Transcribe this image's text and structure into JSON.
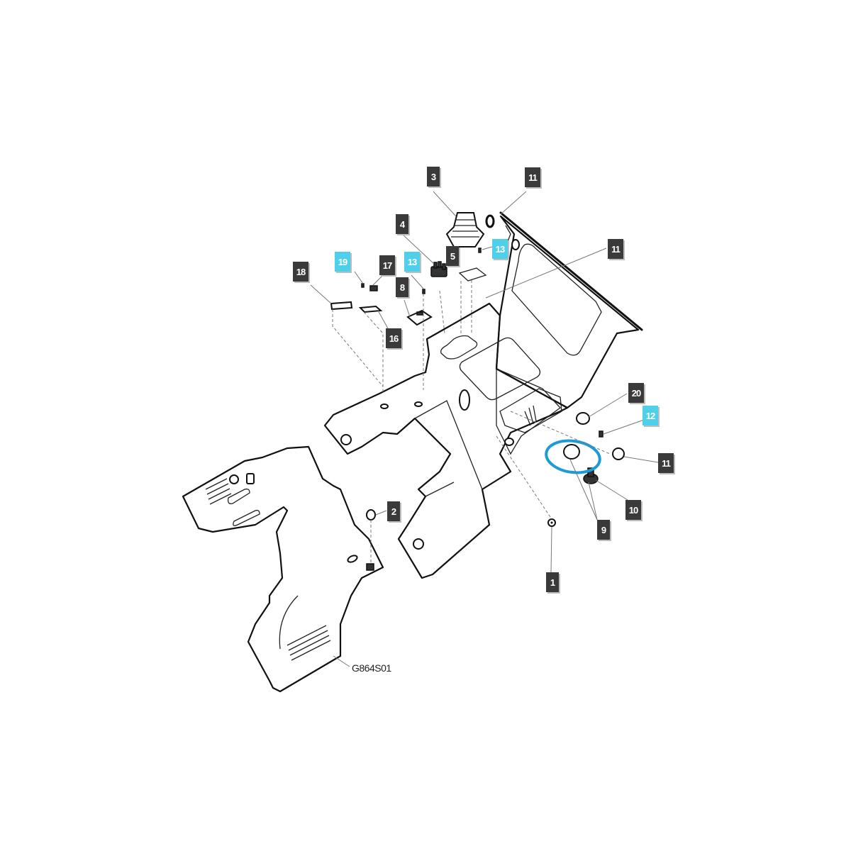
{
  "diagram": {
    "drawing_code": "G864S01",
    "highlight": {
      "part": "9",
      "color": "#1e9ad6",
      "shape": "ellipse"
    },
    "callout_colors": {
      "standard": "#3a3a3a",
      "highlighted": "#4fd0ea",
      "text": "#ffffff"
    },
    "callouts": [
      {
        "id": "c3",
        "number": "3",
        "style": "standard"
      },
      {
        "id": "c11a",
        "number": "11",
        "style": "standard"
      },
      {
        "id": "c4",
        "number": "4",
        "style": "standard"
      },
      {
        "id": "c13a",
        "number": "13",
        "style": "highlighted"
      },
      {
        "id": "c11b",
        "number": "11",
        "style": "standard"
      },
      {
        "id": "c19",
        "number": "19",
        "style": "highlighted"
      },
      {
        "id": "c17",
        "number": "17",
        "style": "standard"
      },
      {
        "id": "c13b",
        "number": "13",
        "style": "highlighted"
      },
      {
        "id": "c5",
        "number": "5",
        "style": "standard"
      },
      {
        "id": "c18",
        "number": "18",
        "style": "standard"
      },
      {
        "id": "c8",
        "number": "8",
        "style": "standard"
      },
      {
        "id": "c16",
        "number": "16",
        "style": "standard"
      },
      {
        "id": "c20",
        "number": "20",
        "style": "standard"
      },
      {
        "id": "c12",
        "number": "12",
        "style": "highlighted"
      },
      {
        "id": "c11c",
        "number": "11",
        "style": "standard"
      },
      {
        "id": "c10",
        "number": "10",
        "style": "standard"
      },
      {
        "id": "c2",
        "number": "2",
        "style": "standard"
      },
      {
        "id": "c9",
        "number": "9",
        "style": "standard"
      },
      {
        "id": "c1",
        "number": "1",
        "style": "standard"
      }
    ]
  }
}
